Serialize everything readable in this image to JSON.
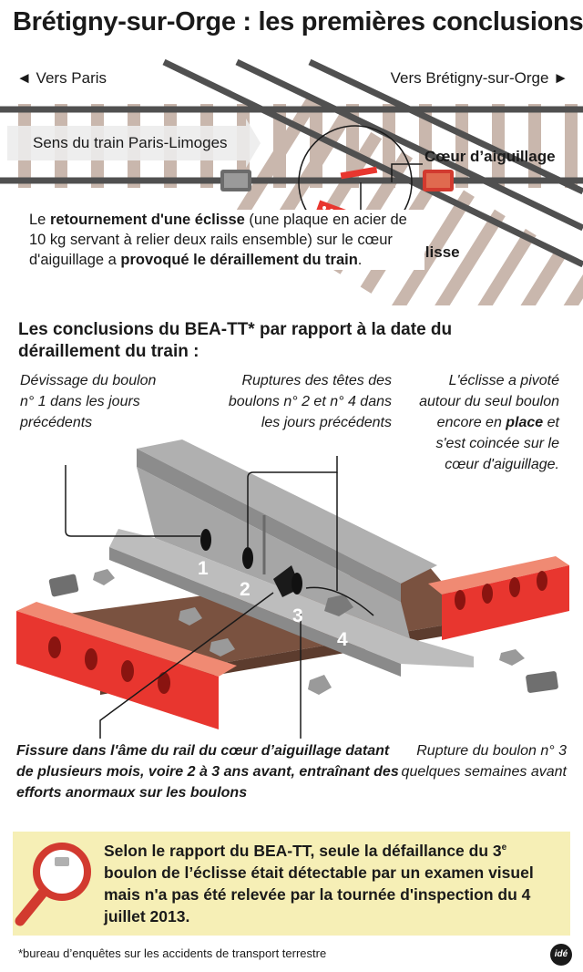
{
  "title": "Brétigny-sur-Orge : les premières conclusions",
  "track": {
    "direction_left": "◄ Vers Paris",
    "direction_right": "Vers Brétigny-sur-Orge ►",
    "train_direction": "Sens du train Paris-Limoges",
    "coeur_label": "Cœur d’aiguillage",
    "eclisse_label": "Éclisse"
  },
  "intro": {
    "p1": "Le ",
    "b1": "retournement d'une éclisse",
    "p2": " (une plaque en acier de 10 kg servant à relier deux rails ensemble) sur le cœur d'aiguillage a ",
    "b2": "provoqué le déraillement du train",
    "p3": "."
  },
  "section_title": "Les conclusions du BEA-TT* par rapport à la date du déraillement du train :",
  "notes": {
    "bolt1": "Dévissage du boulon n° 1 dans les jours précédents",
    "bolts24": "Ruptures des têtes des boulons n° 2 et n° 4 dans les jours précédents",
    "eclisse_p1": "L'éclisse a pivoté autour du seul boulon encore en ",
    "eclisse_b": "place",
    "eclisse_p2": " et s'est coincée sur le cœur d'aiguillage.",
    "fissure": "Fissure dans l'âme du rail du cœur d’aiguillage datant de plusieurs mois, voire 2 à 3 ans avant, entraînant des efforts anormaux sur les boulons",
    "bolt3": "Rupture du boulon n° 3 quelques semaines avant"
  },
  "bolt_numbers": [
    "1",
    "2",
    "3",
    "4"
  ],
  "callout": {
    "p1": "Selon le rapport du BEA-TT, seule la défaillance du 3",
    "sup": "e",
    "p2": " boulon de l’éclisse était détectable par un examen visuel mais n'a pas été relevée par la tournée d'inspection du 4 juillet 2013."
  },
  "footnote": "*bureau d’enquêtes sur les accidents de transport terrestre",
  "logo": "idé",
  "colors": {
    "eclisse_red": "#e8362f",
    "eclisse_orange": "#e06a4f",
    "rail_grey": "#9a9a9a",
    "sleeper": "#c9b7ad",
    "callout_bg": "#f6efb6",
    "magnifier": "#d23a2f"
  },
  "icons": [
    "magnifier-icon",
    "bolt-icon",
    "nut-icon"
  ]
}
